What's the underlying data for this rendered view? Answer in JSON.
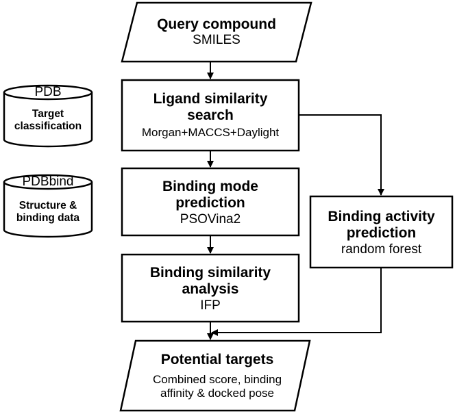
{
  "query": {
    "title": "Query compound",
    "sub": "SMILES"
  },
  "ligand": {
    "title_1": "Ligand similarity",
    "title_2": "search",
    "sub": "Morgan+MACCS+Daylight"
  },
  "binding_mode": {
    "title_1": "Binding mode",
    "title_2": "prediction",
    "sub": "PSOVina2"
  },
  "binding_similarity": {
    "title_1": "Binding similarity",
    "title_2": "analysis",
    "sub": "IFP"
  },
  "binding_activity": {
    "title_1": "Binding activity",
    "title_2": "prediction",
    "sub": "random forest"
  },
  "potential": {
    "title": "Potential targets",
    "sub_1": "Combined score, binding",
    "sub_2": "affinity & docked pose"
  },
  "db_pdb": {
    "name": "PDB",
    "label_1": "Target",
    "label_2": "classification"
  },
  "db_pdbbind": {
    "name": "PDBbind",
    "label_1": "Structure &",
    "label_2": "binding data"
  }
}
